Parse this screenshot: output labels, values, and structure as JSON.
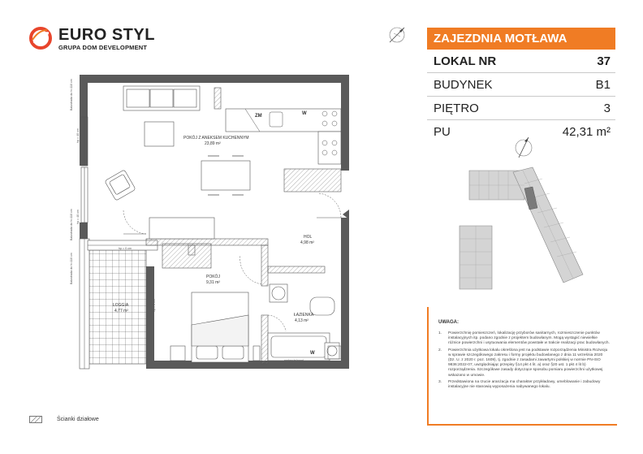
{
  "brand": {
    "name": "EURO STYL",
    "subtitle": "GRUPA DOM DEVELOPMENT",
    "color": "#e8452c"
  },
  "info": {
    "header": "ZAJEZDNIA MOTŁAWA",
    "accent_color": "#f07c24",
    "rows": [
      {
        "label": "LOKAL NR",
        "value": "37"
      },
      {
        "label": "BUDYNEK",
        "value": "B1"
      },
      {
        "label": "PIĘTRO",
        "value": "3"
      },
      {
        "label": "PU",
        "value": "42,31 m²"
      }
    ]
  },
  "floor_plan": {
    "rooms": [
      {
        "name": "POKÓJ Z ANEKSEM KUCHENNYM",
        "area": "23,89 m²"
      },
      {
        "name": "HOL",
        "area": "4,98 m²"
      },
      {
        "name": "POKÓJ",
        "area": "9,31 m²"
      },
      {
        "name": "ŁAZIENKA",
        "area": "4,13 m²"
      },
      {
        "name": "LOGGIA",
        "area": "4,77 m²"
      }
    ],
    "fixtures": {
      "fridge": "ZM",
      "washer": "W",
      "washer2": "W"
    },
    "dims": {
      "left1": "Balustrada do h=110 cm",
      "left2": "hp = 40 cm",
      "left3": "Balustrada do h=110 cm",
      "left4": "hp = 40 cm",
      "left5": "Balustrada do h=110 cm",
      "loggia_hp": "hp = 0 cm",
      "room_hp": "hp = 0 cm",
      "bath_note": "nadproże/spad"
    }
  },
  "notes": {
    "title": "UWAGA:",
    "items": [
      "Powierzchnię pomieszczeń, lokalizację przyborów sanitarnych, rozmieszczenie punktów instalacyjnych itp. podano zgodnie z projektem budowlanym. Mogą wystąpić niewielkie różnice powierzchni i usytuowania elementów powstałe w trakcie realizacji prac budowlanych.",
      "Powierzchnia użytkowa lokalu określona jest na podstawie rozporządzenia Ministra Rozwoju w sprawie szczegółowego zakresu i formy projektu budowlanego z dnia 11 września 2020 (Dz. U. z 2020 r. poz. 1609), tj. zgodnie z zasadami zawartymi polskiej w normie PN-ISO 9836:2022-07, uwzględniając przepisy §14 pkt 4 lit. a) oraz §20 ust. 1 pkt 4 lit b) rozporządzenia. Szczegółowe zasady dotyczące sposobu pomiaru powierzchni użytkowej wskazano w umowie.",
      "Przedstawiona na rzucie aranżacja ma charakter przykładowy, umeblowanie i zabudowy instalacyjne nie stanowią wyposażenia nabywanego lokalu."
    ]
  },
  "legend": {
    "label": "Ścianki działowe"
  }
}
